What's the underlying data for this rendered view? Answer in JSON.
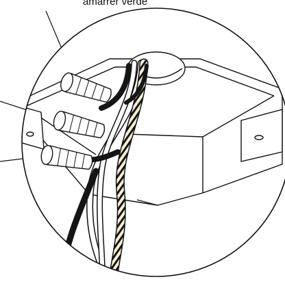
{
  "caption": {
    "top_label": "amarrer verde"
  },
  "colors": {
    "ink": "#111111",
    "background": "#ffffff",
    "wire_dark": "#151515",
    "wire_light": "#f6f0d2"
  },
  "illustration": {
    "lens_shape": "circle",
    "box_shape": "octagonal ceiling junction box",
    "wire_connector_count": 3,
    "leader_line_count": 3
  }
}
